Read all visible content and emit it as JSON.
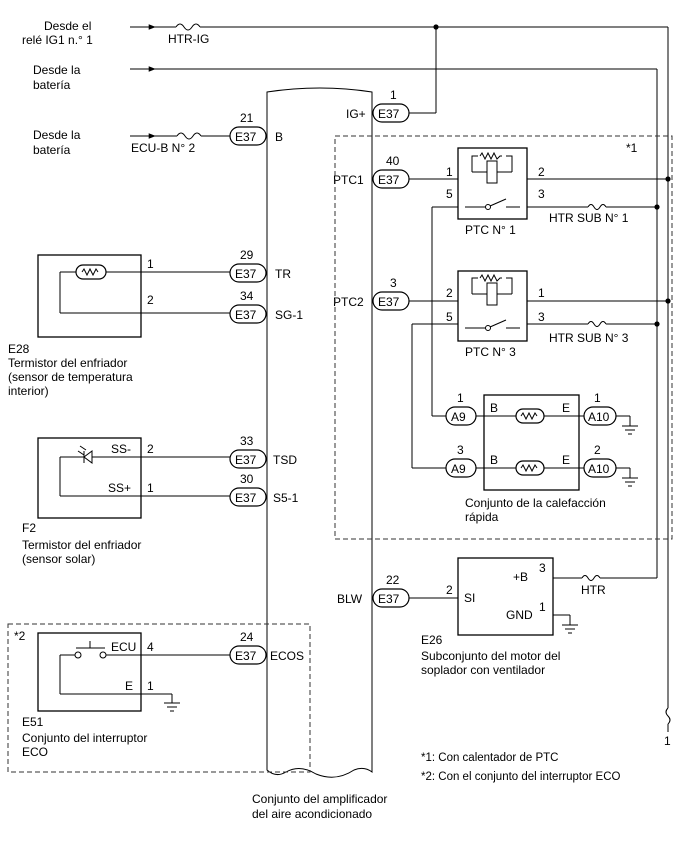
{
  "sources": {
    "ig1_line1": "Desde el",
    "ig1_line2": "relé IG1 n.° 1",
    "bat1_line1": "Desde la",
    "bat1_line2": "batería",
    "bat2_line1": "Desde la",
    "bat2_line2": "batería"
  },
  "fuses": {
    "htr_ig": "HTR-IG",
    "ecu_b2": "ECU-B N° 2",
    "htr_sub1": "HTR SUB N° 1",
    "htr_sub3": "HTR SUB N° 3",
    "htr": "HTR"
  },
  "connector": "E37",
  "pins": {
    "b": {
      "num": "21",
      "name": "B"
    },
    "tr": {
      "num": "29",
      "name": "TR"
    },
    "sg1": {
      "num": "34",
      "name": "SG-1"
    },
    "tsd": {
      "num": "33",
      "name": "TSD"
    },
    "s51": {
      "num": "30",
      "name": "S5-1"
    },
    "ecos": {
      "num": "24",
      "name": "ECOS"
    },
    "ig": {
      "num": "1",
      "name": "IG+"
    },
    "ptc1": {
      "num": "40",
      "name": "PTC1"
    },
    "ptc2": {
      "num": "3",
      "name": "PTC2"
    },
    "blw": {
      "num": "22",
      "name": "BLW"
    }
  },
  "components": {
    "e28_id": "E28",
    "e28_line1": "Termistor del enfriador",
    "e28_line2": "(sensor de temperatura",
    "e28_line3": "interior)",
    "e28_pin1": "1",
    "e28_pin2": "2",
    "f2_id": "F2",
    "f2_line1": "Termistor del enfriador",
    "f2_line2": "(sensor solar)",
    "f2_ss_minus": "SS-",
    "f2_ss_plus": "SS+",
    "f2_pin2": "2",
    "f2_pin1": "1",
    "e51_id": "E51",
    "e51_line1": "Conjunto del interruptor",
    "e51_line2": "ECO",
    "e51_ecu": "ECU",
    "e51_e": "E",
    "e51_pin4": "4",
    "e51_pin1": "1",
    "ptc1_label": "PTC N° 1",
    "ptc3_label": "PTC N° 3",
    "ptc_pin1": "1",
    "ptc_pin2": "2",
    "ptc_pin3": "3",
    "ptc_pin5": "5",
    "quick_line1": "Conjunto de la calefacción",
    "quick_line2": "rápida",
    "a9": "A9",
    "a10": "A10",
    "qh_b": "B",
    "qh_e": "E",
    "a9_pin1": "1",
    "a9_pin3": "3",
    "a10_pin1": "1",
    "a10_pin2": "2",
    "e26_id": "E26",
    "e26_line1": "Subconjunto del motor del",
    "e26_line2": "soplador con ventilador",
    "e26_si": "SI",
    "e26_b": "+B",
    "e26_gnd": "GND",
    "e26_pin2": "2",
    "e26_pin3": "3",
    "e26_pin1": "1",
    "amp_line1": "Conjunto del amplificador",
    "amp_line2": "del aire acondicionado"
  },
  "notes": {
    "star1": "*1",
    "star2": "*2",
    "note1": "*1: Con calentador de PTC",
    "note2": "*2: Con el conjunto del interruptor ECO",
    "offpage": "1"
  }
}
